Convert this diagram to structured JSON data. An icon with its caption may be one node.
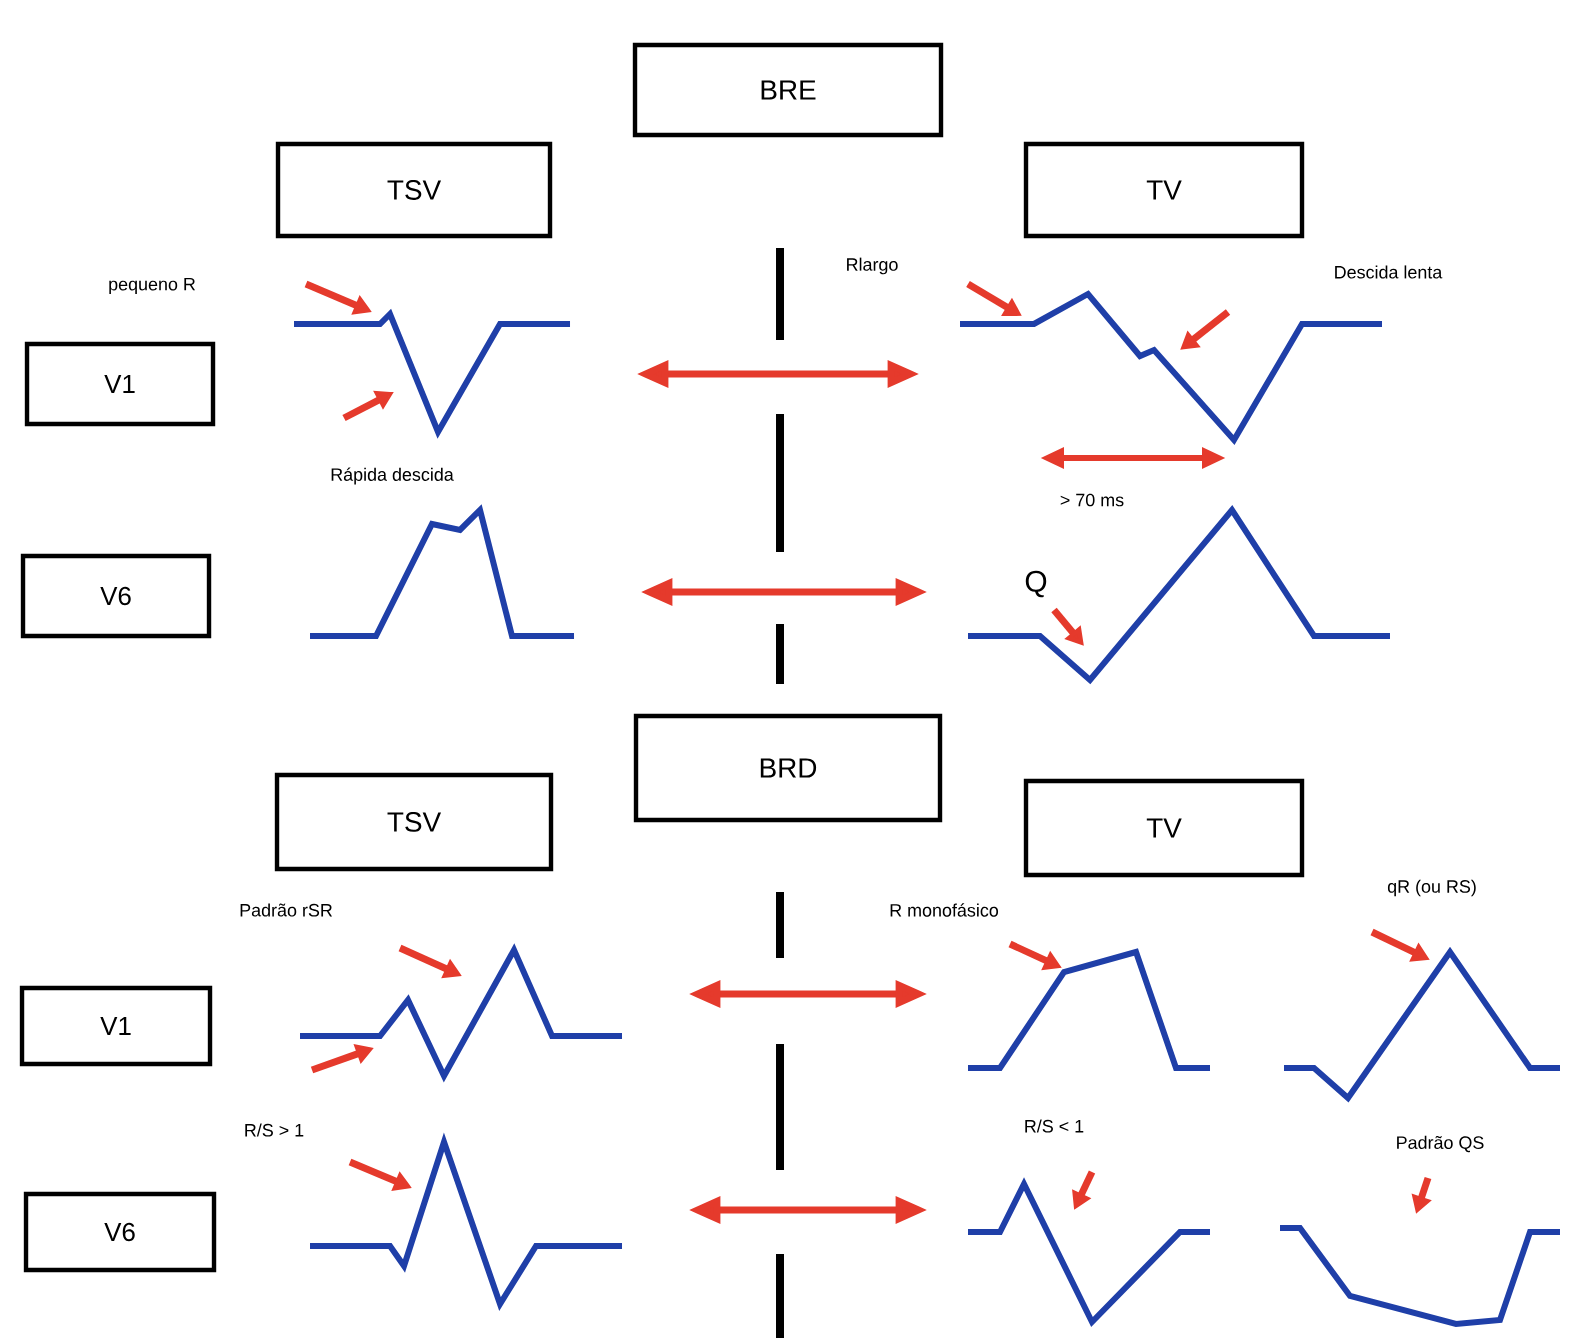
{
  "diagram": {
    "nodes": [
      {
        "text": [
          "BRE"
        ]
      },
      {
        "text": [
          "TSV"
        ]
      },
      {
        "text": [
          "TV"
        ]
      },
      {
        "text": [
          "V1"
        ]
      },
      {
        "text": [],
        "shape": "picture"
      },
      {
        "text": [],
        "shape": "picture"
      },
      {
        "text": [
          "V6"
        ]
      },
      {
        "text": [],
        "shape": "picture"
      },
      {
        "text": [],
        "shape": "picture"
      },
      {
        "text": [
          "BRD"
        ]
      },
      {
        "text": [
          "TSV"
        ]
      },
      {
        "text": [
          "TV"
        ]
      },
      {
        "text": [
          "V1"
        ]
      },
      {
        "text": [],
        "shape": "picture"
      },
      {
        "text": [],
        "shape": "picture"
      },
      {
        "text": [],
        "shape": "picture"
      },
      {
        "text": [
          "V6"
        ]
      },
      {
        "text": [],
        "shape": "picture"
      },
      {
        "text": [],
        "shape": "picture"
      },
      {
        "text": [],
        "shape": "picture"
      }
    ],
    "edges": [
      {
        "from": 4,
        "to": 5,
        "arrow": "both"
      },
      {
        "from": 7,
        "to": 8,
        "arrow": "both"
      },
      {
        "from": 13,
        "to": 14,
        "arrow": "both"
      },
      {
        "from": 17,
        "to": 18,
        "arrow": "both"
      }
    ],
    "labels": [
      "pequeno R",
      "Rlargo",
      "Descida lenta",
      "Rápida descida",
      "> 70 ms",
      "Q",
      "Padrão rSR",
      "R monofásico",
      "qR (ou RS)",
      "R/S > 1",
      "R/S < 1",
      "Padrão QS"
    ]
  }
}
